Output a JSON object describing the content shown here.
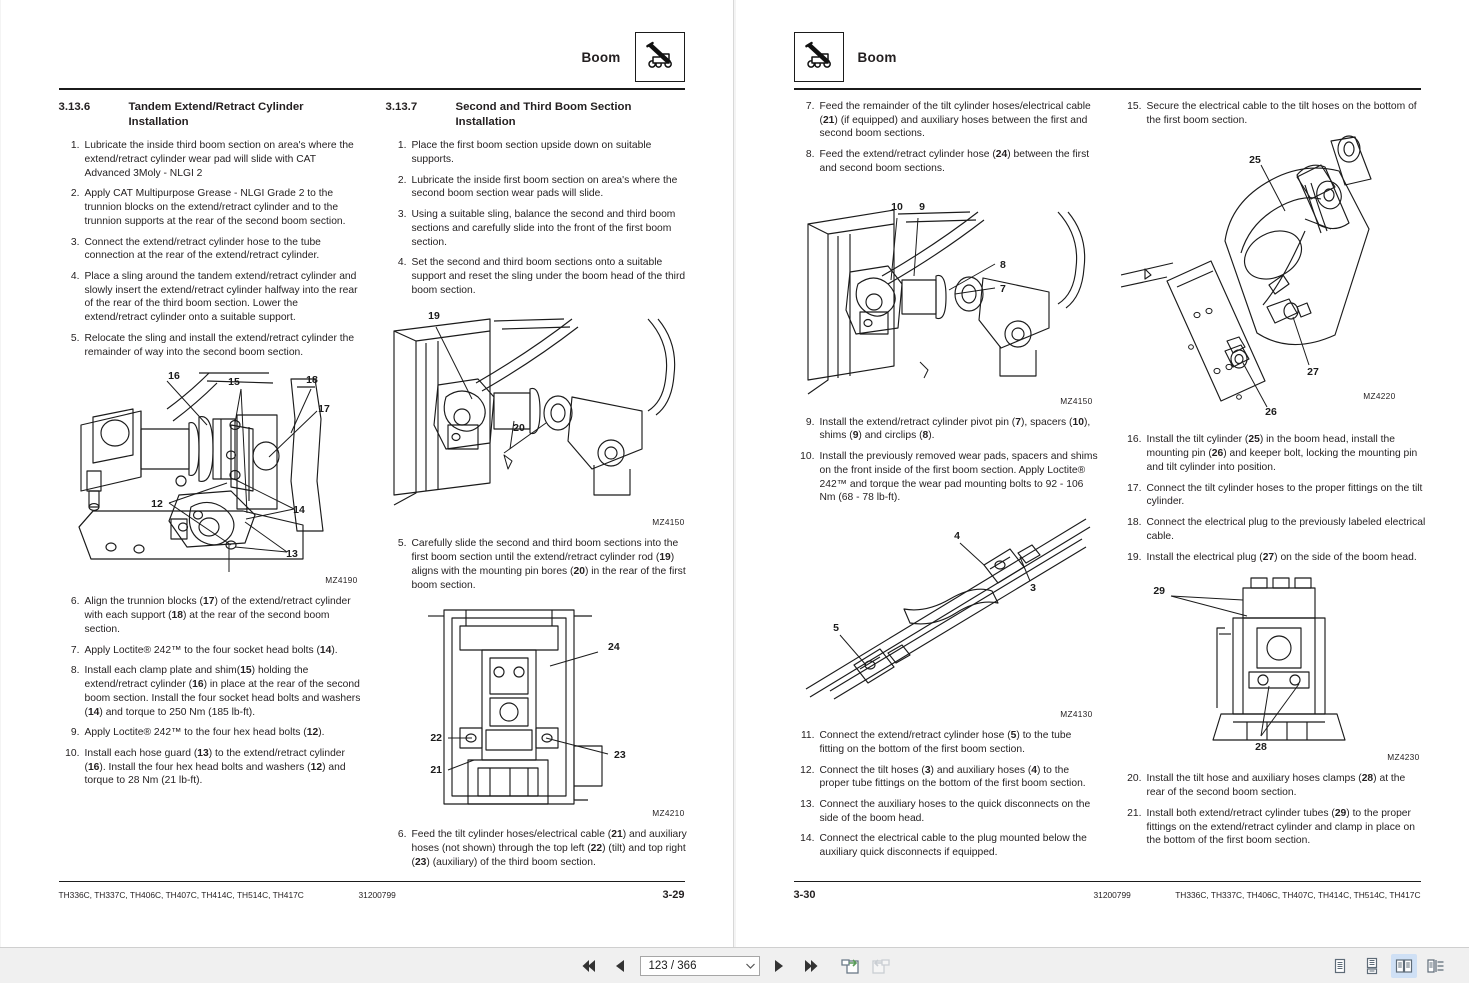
{
  "viewer": {
    "toolbar": {
      "first_page_label": "first-page",
      "prev_page_label": "previous-page",
      "page_value": "123 / 366",
      "next_page_label": "next-page",
      "last_page_label": "last-page",
      "extract_label": "extract-page",
      "insert_label": "insert-page",
      "view_single": "single-page-view",
      "view_continuous": "continuous-view",
      "view_two_page": "two-page-view",
      "view_book": "book-view",
      "active_view": "two-page-view",
      "accent_color": "#cfe0f5"
    }
  },
  "left_page": {
    "header": {
      "title": "Boom",
      "icon": "telehandler-boom-icon"
    },
    "footer": {
      "models": "TH336C, TH337C, TH406C, TH407C, TH414C, TH514C, TH417C",
      "doc_number": "31200799",
      "page_number": "3-29"
    },
    "col1": {
      "section": {
        "number": "3.13.6",
        "title": "Tandem Extend/Retract Cylinder Installation"
      },
      "steps_top": [
        {
          "n": "1.",
          "text": "Lubricate the inside third boom section on area's where the extend/retract cylinder wear pad will slide with CAT Advanced 3Moly - NLGI 2"
        },
        {
          "n": "2.",
          "text": "Apply CAT Multipurpose Grease - NLGI Grade 2 to the trunnion blocks on the extend/retract cylinder and to the trunnion supports at the rear of the second boom section."
        },
        {
          "n": "3.",
          "text": "Connect the extend/retract cylinder hose to the tube connection at the rear of the extend/retract cylinder."
        },
        {
          "n": "4.",
          "text": "Place a sling around the tandem extend/retract cylinder and slowly insert the extend/retract cylinder halfway into the rear of the rear of the third boom section. Lower the extend/retract cylinder onto a suitable support."
        },
        {
          "n": "5.",
          "text": "Relocate the sling and install the extend/retract cylinder the remainder of way into the second boom section."
        }
      ],
      "figure": {
        "code": "MZ4190",
        "callouts": [
          "16",
          "15",
          "18",
          "17",
          "14",
          "12",
          "13"
        ]
      },
      "steps_bottom": [
        {
          "n": "6.",
          "text": "Align the trunnion blocks (17) of the extend/retract cylinder with each support (18) at the rear of the second boom section."
        },
        {
          "n": "7.",
          "text": "Apply Loctite® 242™ to the four socket head bolts (14)."
        },
        {
          "n": "8.",
          "text": "Install each clamp plate and shim(15) holding the extend/retract cylinder (16) in place at the rear of the second boom section. Install the four socket head bolts and washers (14) and torque to 250 Nm (185 lb-ft)."
        },
        {
          "n": "9.",
          "text": "Apply Loctite® 242™ to the four hex head bolts (12)."
        },
        {
          "n": "10.",
          "text": "Install each hose guard (13) to the extend/retract cylinder (16). Install the four hex head bolts and washers (12) and torque to 28 Nm (21 lb-ft)."
        }
      ]
    },
    "col2": {
      "section": {
        "number": "3.13.7",
        "title": "Second and Third Boom Section Installation"
      },
      "steps_top": [
        {
          "n": "1.",
          "text": "Place the first boom section upside down on suitable supports."
        },
        {
          "n": "2.",
          "text": "Lubricate the inside first boom section on area's where the second boom section wear pads will slide."
        },
        {
          "n": "3.",
          "text": "Using a suitable sling, balance the second and third boom sections and carefully slide into the front of the first boom section."
        },
        {
          "n": "4.",
          "text": "Set the second and third boom sections onto a suitable support and reset the sling under the boom head of the third boom section."
        }
      ],
      "figure_a": {
        "code": "MZ4150",
        "callouts": [
          "19",
          "20"
        ]
      },
      "steps_mid": [
        {
          "n": "5.",
          "text": "Carefully slide the second and third boom sections into the first boom section until the extend/retract cylinder rod (19) aligns with the mounting pin bores (20) in the rear of the first boom section."
        }
      ],
      "figure_b": {
        "code": "MZ4210",
        "callouts": [
          "24",
          "22",
          "21",
          "23"
        ]
      },
      "steps_bottom": [
        {
          "n": "6.",
          "text": "Feed the tilt cylinder hoses/electrical cable (21) and auxiliary hoses (not shown) through the top left (22) (tilt) and top right (23) (auxiliary) of the third boom section."
        }
      ]
    }
  },
  "right_page": {
    "header": {
      "title": "Boom",
      "icon": "telehandler-boom-icon"
    },
    "footer": {
      "models": "TH336C, TH337C, TH406C, TH407C, TH414C, TH514C, TH417C",
      "doc_number": "31200799",
      "page_number": "3-30"
    },
    "col1": {
      "steps_top": [
        {
          "n": "7.",
          "text": "Feed the remainder of the tilt cylinder hoses/electrical cable (21) (if equipped) and auxiliary hoses between the first and second boom sections."
        },
        {
          "n": "8.",
          "text": "Feed the extend/retract cylinder hose (24) between the first and second boom sections."
        }
      ],
      "figure_a": {
        "code": "MZ4150",
        "callouts": [
          "10",
          "9",
          "8",
          "7"
        ]
      },
      "steps_mid": [
        {
          "n": "9.",
          "text": "Install the extend/retract cylinder pivot pin (7), spacers (10), shims (9) and circlips (8)."
        },
        {
          "n": "10.",
          "text": "Install the previously removed wear pads, spacers and shims on the front inside of the first boom section. Apply Loctite® 242™ and torque the wear pad mounting bolts to 92 - 106 Nm (68 - 78 lb-ft)."
        }
      ],
      "figure_b": {
        "code": "MZ4130",
        "callouts": [
          "4",
          "3",
          "5"
        ]
      },
      "steps_bottom": [
        {
          "n": "11.",
          "text": "Connect the extend/retract cylinder hose (5) to the tube fitting on the bottom of the first boom section."
        },
        {
          "n": "12.",
          "text": "Connect the tilt hoses (3) and auxiliary hoses (4) to the proper tube fittings on the bottom of the first boom section."
        },
        {
          "n": "13.",
          "text": "Connect the auxiliary hoses to the quick disconnects on the side of the boom head."
        },
        {
          "n": "14.",
          "text": "Connect the electrical cable to the plug mounted below the auxiliary quick disconnects if equipped."
        }
      ]
    },
    "col2": {
      "steps_top": [
        {
          "n": "15.",
          "text": "Secure the electrical cable to the tilt hoses on the bottom of the first boom section."
        }
      ],
      "figure_a": {
        "code": "MZ4220",
        "callouts": [
          "25",
          "27",
          "26"
        ]
      },
      "steps_mid": [
        {
          "n": "16.",
          "text": "Install the tilt cylinder (25) in the boom head, install the mounting pin (26) and keeper bolt, locking the mounting pin and tilt cylinder into position."
        },
        {
          "n": "17.",
          "text": "Connect the tilt cylinder hoses to the proper fittings on the tilt cylinder."
        },
        {
          "n": "18.",
          "text": "Connect the electrical plug to the previously labeled electrical cable."
        },
        {
          "n": "19.",
          "text": "Install the electrical plug (27) on the side of the boom head."
        }
      ],
      "figure_b": {
        "code": "MZ4230",
        "callouts": [
          "29",
          "28"
        ]
      },
      "steps_bottom": [
        {
          "n": "20.",
          "text": "Install the tilt hose and auxiliary hoses clamps (28) at the rear of the second boom section."
        },
        {
          "n": "21.",
          "text": "Install both extend/retract cylinder tubes (29) to the proper fittings on the extend/retract cylinder and clamp in place on the bottom of the first boom section."
        }
      ]
    }
  }
}
